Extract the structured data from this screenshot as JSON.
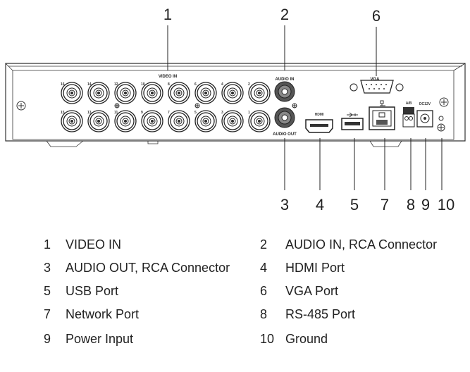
{
  "diagram": {
    "panel_labels": {
      "video_in": "VIDEO IN",
      "audio_in": "AUDIO IN",
      "audio_out": "AUDIO OUT",
      "vga": "VGA",
      "hdmi": "HDMI",
      "rs485": "A/B",
      "power": "DC12V"
    },
    "bnc_top_row": [
      "16",
      "14",
      "12",
      "10",
      "8",
      "6",
      "4",
      "2"
    ],
    "bnc_bottom_row": [
      "15",
      "13",
      "11",
      "9",
      "7",
      "5",
      "3",
      "1"
    ],
    "callouts": [
      "1",
      "2",
      "3",
      "4",
      "5",
      "6",
      "7",
      "8",
      "9",
      "10"
    ]
  },
  "legend": [
    {
      "num": "1",
      "text": "VIDEO IN"
    },
    {
      "num": "2",
      "text": "AUDIO IN, RCA Connector"
    },
    {
      "num": "3",
      "text": "AUDIO OUT, RCA Connector"
    },
    {
      "num": "4",
      "text": "HDMI Port"
    },
    {
      "num": "5",
      "text": "USB Port"
    },
    {
      "num": "6",
      "text": "VGA Port"
    },
    {
      "num": "7",
      "text": "Network Port"
    },
    {
      "num": "8",
      "text": "RS-485 Port"
    },
    {
      "num": "9",
      "text": "Power Input"
    },
    {
      "num": "10",
      "text": "Ground"
    }
  ]
}
